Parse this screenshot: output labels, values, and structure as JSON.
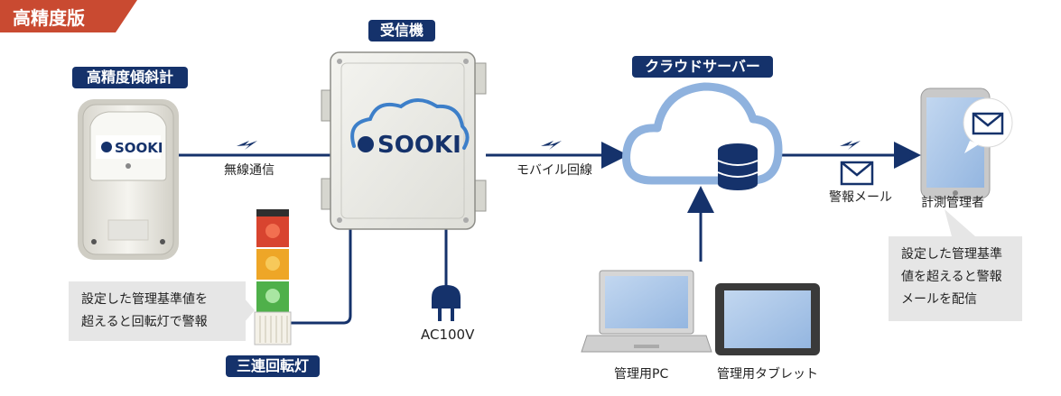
{
  "banner": {
    "title": "高精度版",
    "color": "#c94a31"
  },
  "nodes": {
    "sensor_title": "高精度傾斜計",
    "receiver_title": "受信機",
    "cloud_title": "クラウドサーバー",
    "lamp_title": "三連回転灯",
    "manager_label": "計測管理者",
    "pc_label": "管理用PC",
    "tablet_label": "管理用タブレット",
    "power_label": "AC100V",
    "brand_text": "SOOKI"
  },
  "links": {
    "wireless": "無線通信",
    "mobile": "モバイル回線",
    "alert_mail": "警報メール"
  },
  "callouts": {
    "lamp_note": "設定した管理基準値を\n超えると回転灯で警報",
    "mail_note": "設定した管理基準\n値を超えると警報\nメールを配信"
  },
  "colors": {
    "navy": "#15326b",
    "cloud_blue": "#8fb2de",
    "screen_blue": "#a9c6ea",
    "callout_grey": "#e6e6e6"
  },
  "icons": [
    "envelope-icon",
    "plug-icon",
    "wave-icon",
    "database-icon"
  ]
}
